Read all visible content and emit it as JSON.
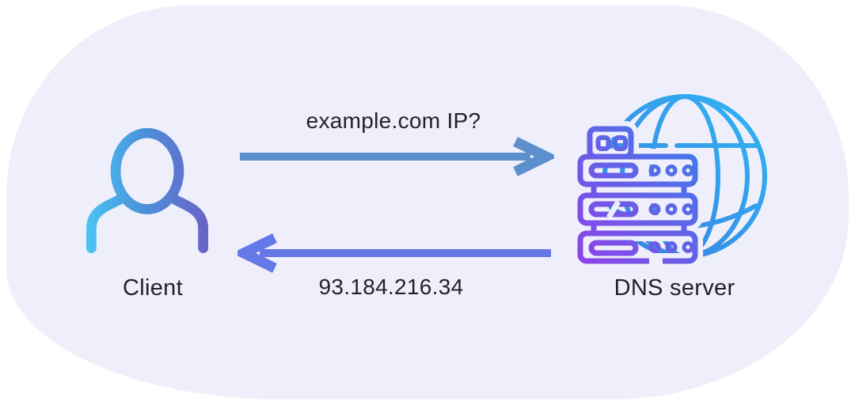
{
  "diagram": {
    "client_label": "Client",
    "server_label": "DNS server",
    "request_label": "example.com IP?",
    "response_label": "93.184.216.34",
    "icons": {
      "client": "person-icon",
      "server": "dns-server-globe-icon",
      "request": "arrow-right-icon",
      "response": "arrow-left-icon"
    },
    "colors": {
      "canvas": "#ffffff",
      "panel": "#efeffb",
      "text": "#222228",
      "request_arrow": "#5d8fcc",
      "response_arrow": "#6478e8",
      "person_gradient": [
        "#4bc8f4",
        "#4a93da",
        "#6c5fc6"
      ],
      "server_gradient": [
        "#8d43e8",
        "#3f7de9"
      ],
      "globe_gradient": [
        "#3b7ee0",
        "#2fb6f3"
      ]
    }
  }
}
